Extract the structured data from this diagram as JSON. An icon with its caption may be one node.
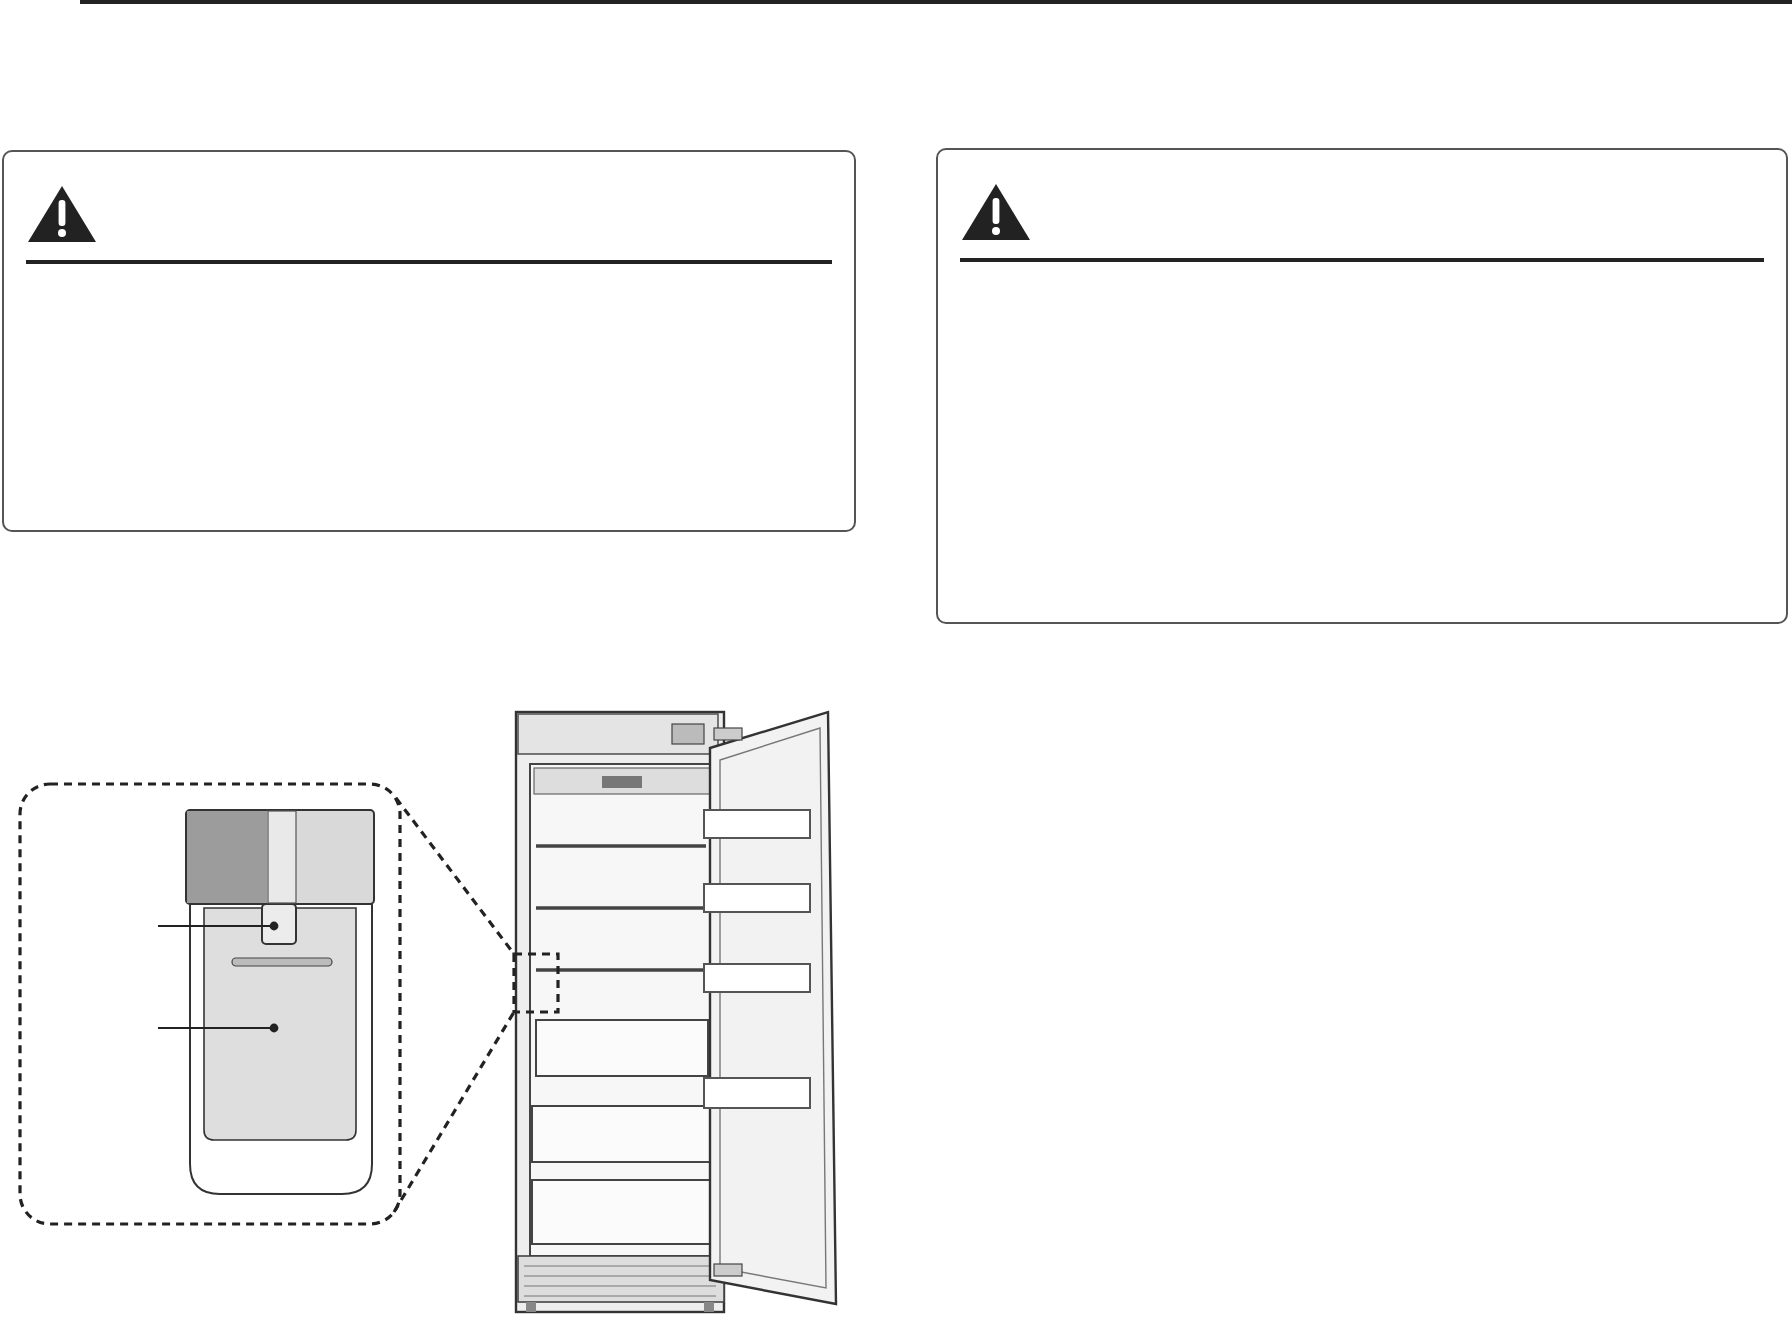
{
  "diagram": {
    "nodes": [
      {
        "text": [],
        "shape": "box"
      },
      {
        "text": [],
        "shape": "box"
      },
      {
        "text": [],
        "shape": "picture"
      },
      {
        "text": [],
        "shape": "picture",
        "in": 2
      }
    ],
    "edges": [
      {
        "from": null,
        "to": 3,
        "arrow": "other"
      },
      {
        "from": null,
        "to": 2,
        "arrow": "other"
      }
    ]
  }
}
